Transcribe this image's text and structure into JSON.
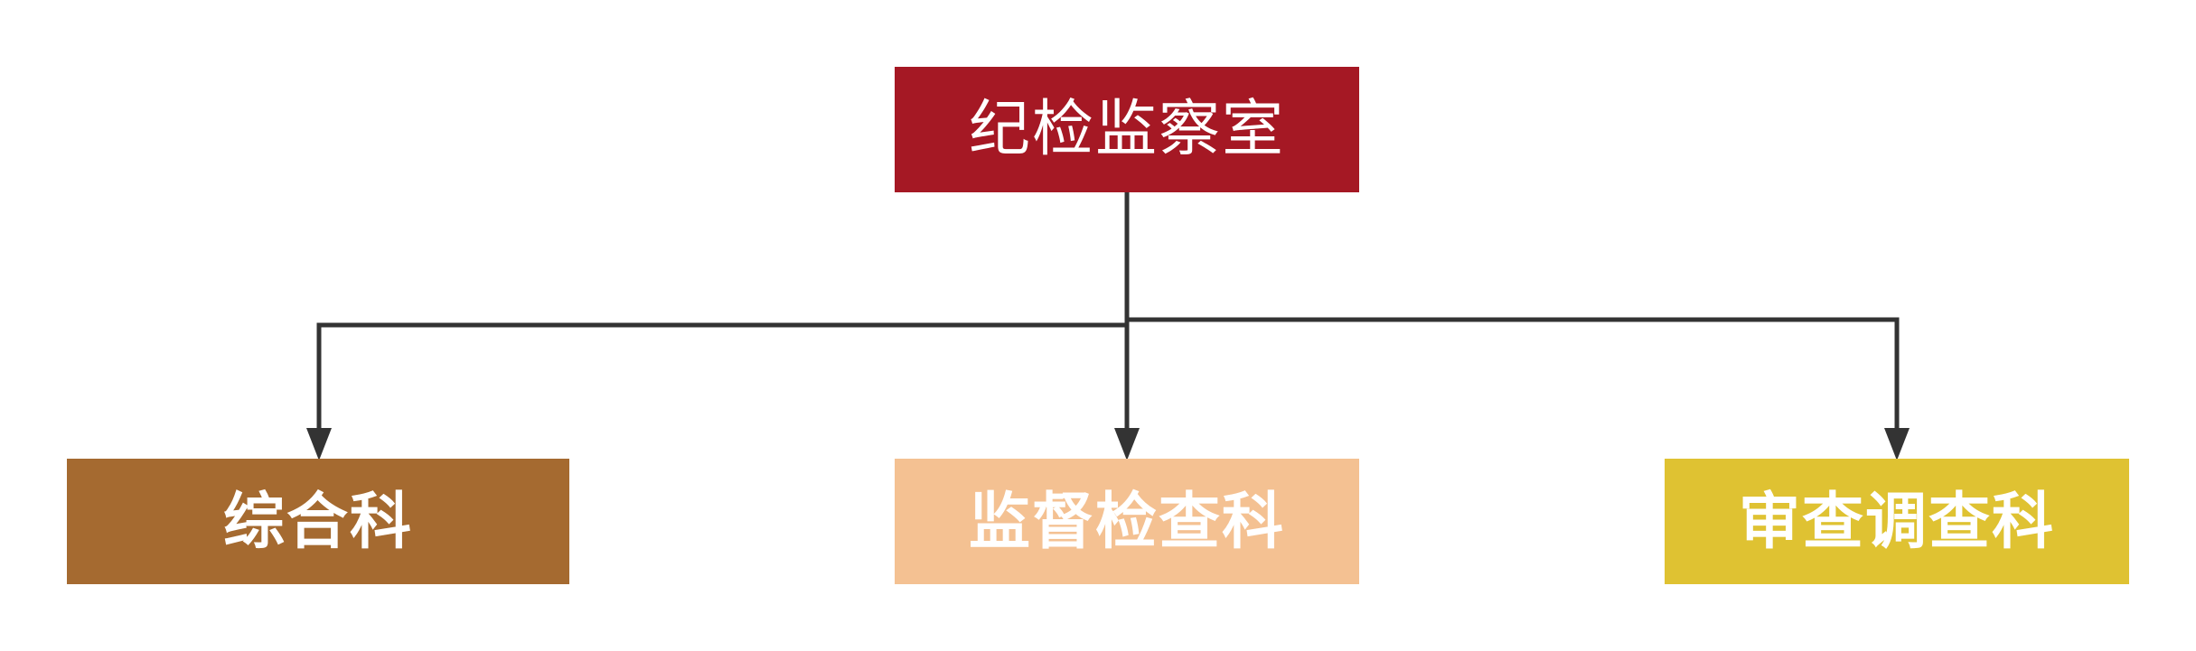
{
  "diagram": {
    "root": {
      "label": "纪检监察室",
      "color": "#A51824"
    },
    "children": [
      {
        "label": "综合科",
        "color": "#A56A30"
      },
      {
        "label": "监督检查科",
        "color": "#F4C192"
      },
      {
        "label": "审查调查科",
        "color": "#DFC232"
      }
    ],
    "connector_color": "#333333"
  }
}
